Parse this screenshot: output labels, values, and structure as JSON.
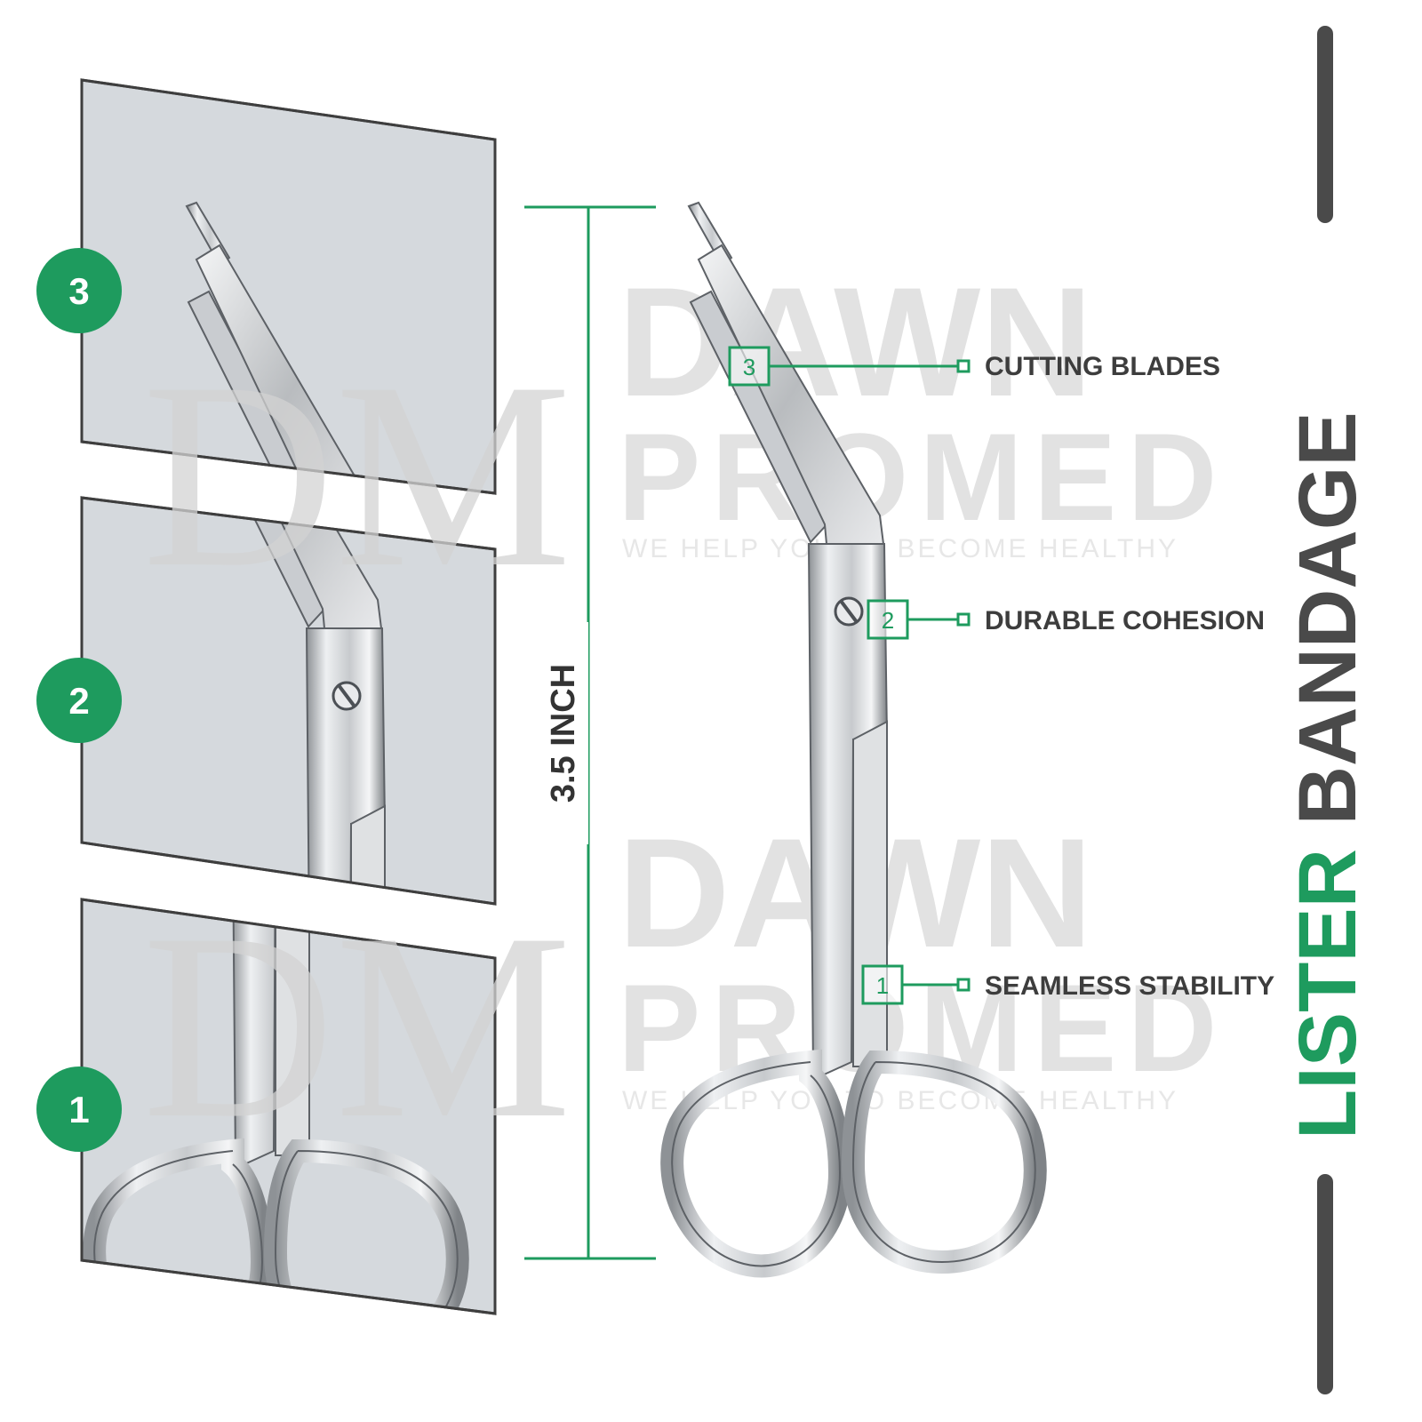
{
  "product": {
    "title_part1": "LISTER",
    "title_part2": "BANDAGE",
    "dimension_label": "3.5 INCH"
  },
  "watermark": {
    "monogram": "DM",
    "brand_line1": "DAWN",
    "brand_line2": "PROMED",
    "tagline": "WE HELP YOU TO BECOME HEALTHY"
  },
  "features": [
    {
      "number": "3",
      "label": "CUTTING BLADES"
    },
    {
      "number": "2",
      "label": "DURABLE COHESION"
    },
    {
      "number": "1",
      "label": "SEAMLESS STABILITY"
    }
  ],
  "detail_panels": [
    {
      "number": "3"
    },
    {
      "number": "2"
    },
    {
      "number": "1"
    }
  ],
  "colors": {
    "accent_green": "#1e9b5e",
    "dark_gray": "#4a4a4a",
    "panel_bg": "#d5d9dd"
  }
}
